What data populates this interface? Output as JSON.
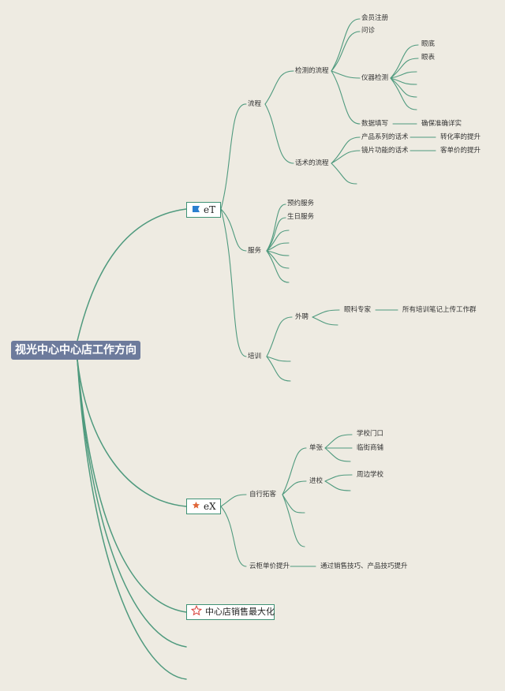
{
  "root": "视光中心中心店工作方向",
  "branch_et": {
    "label": "eT",
    "icon": "flag-icon"
  },
  "branch_ex": {
    "label": "eX",
    "icon": "star-icon"
  },
  "branch_max": {
    "label": "中心店销售最大化",
    "icon": "star-outline-icon"
  },
  "et": {
    "process": "流程",
    "detect_flow": "检测的流程",
    "member_reg": "会员注册",
    "inquiry": "问诊",
    "instrument": "仪器检测",
    "fundus": "眼底",
    "chart": "眼表",
    "data_fill": "数据填写",
    "data_accurate": "确保准确详实",
    "speech_flow": "话术的流程",
    "product_speech": "产品系列的话术",
    "conversion": "转化率的提升",
    "lens_speech": "镜片功能的话术",
    "unit_price": "客单价的提升",
    "service": "服务",
    "appointment": "预约服务",
    "birthday": "生日服务",
    "training": "培训",
    "external": "外聘",
    "eye_expert": "眼科专家",
    "notes_upload": "所有培训笔记上传工作群"
  },
  "ex": {
    "self_expand": "自行拓客",
    "flyer": "单张",
    "school_gate": "学校门口",
    "street_shop": "临街商铺",
    "campus": "进校",
    "nearby_school": "周边学校",
    "cloud_price": "云柜单价提升",
    "skill_boost": "通过销售技巧、产品技巧提升"
  },
  "colors": {
    "line": "#4f9a7e",
    "root_bg": "#6d7b9c",
    "flag": "#2b7fd0",
    "star": "#e0673a",
    "star_outline": "#d9453f"
  }
}
